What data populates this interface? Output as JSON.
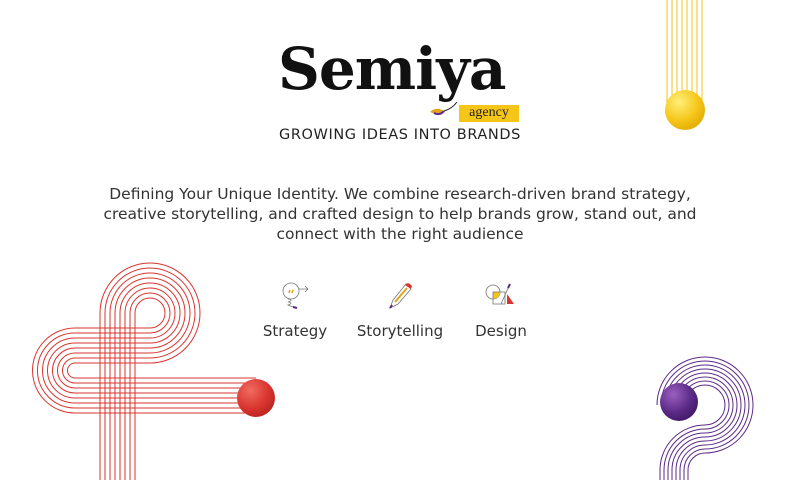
{
  "brand": {
    "name": "Semiya",
    "suffix": "agency",
    "tagline": "GROWING IDEAS INTO BRANDS"
  },
  "hero": {
    "description": "Defining Your Unique Identity. We combine research-driven brand strategy, creative storytelling, and crafted design to help brands grow, stand out, and connect with the right audience"
  },
  "features": [
    {
      "label": "Strategy",
      "icon": "lightbulb-icon"
    },
    {
      "label": "Storytelling",
      "icon": "pencil-icon"
    },
    {
      "label": "Design",
      "icon": "shapes-icon"
    }
  ],
  "colors": {
    "red": "#d8352f",
    "purple": "#5b2a86",
    "yellow": "#f5c518",
    "text": "#333333"
  }
}
